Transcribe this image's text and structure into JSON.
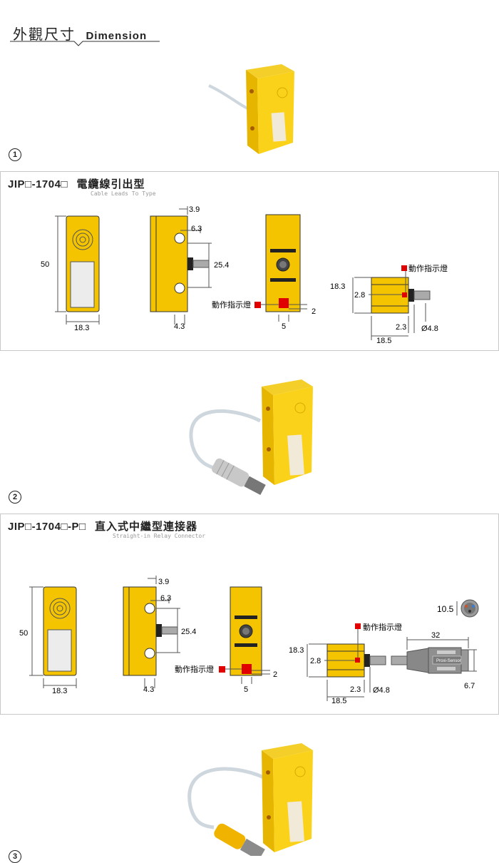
{
  "header": {
    "title_cn": "外觀尺寸",
    "title_en": "Dimension"
  },
  "section1": {
    "number": "1",
    "code": "JIP□-1704□",
    "name_cn": "電纜線引出型",
    "name_en": "Cable Leads To Type",
    "dims": {
      "height": "50",
      "width": "18.3",
      "side_top": "3.9",
      "side_hole": "6.3",
      "side_shaft": "25.4",
      "side_bottom": "4.3",
      "indicator": "動作指示燈",
      "front_gap": "2",
      "front_width": "5",
      "cable_height": "18.3",
      "cable_2_8": "2.8",
      "cable_2_3": "2.3",
      "cable_dia": "Ø4.8",
      "cable_len": "18.5",
      "cable_indicator": "動作指示燈"
    }
  },
  "section2": {
    "number": "2",
    "code": "JIP□-1704□-P□",
    "name_cn": "直入式中繼型連接器",
    "name_en": "Straight-in Relay Connector",
    "dims": {
      "height": "50",
      "width": "18.3",
      "side_top": "3.9",
      "side_hole": "6.3",
      "side_shaft": "25.4",
      "side_bottom": "4.3",
      "indicator": "動作指示燈",
      "front_gap": "2",
      "front_width": "5",
      "cable_height": "18.3",
      "cable_2_8": "2.8",
      "cable_2_3": "2.3",
      "cable_dia": "Ø4.8",
      "cable_len": "18.5",
      "cable_indicator": "動作指示燈",
      "conn_len": "32",
      "conn_dia": "6.7",
      "conn_face": "10.5",
      "conn_label": "Proxi-Sensor"
    }
  },
  "section3": {
    "number": "3"
  }
}
